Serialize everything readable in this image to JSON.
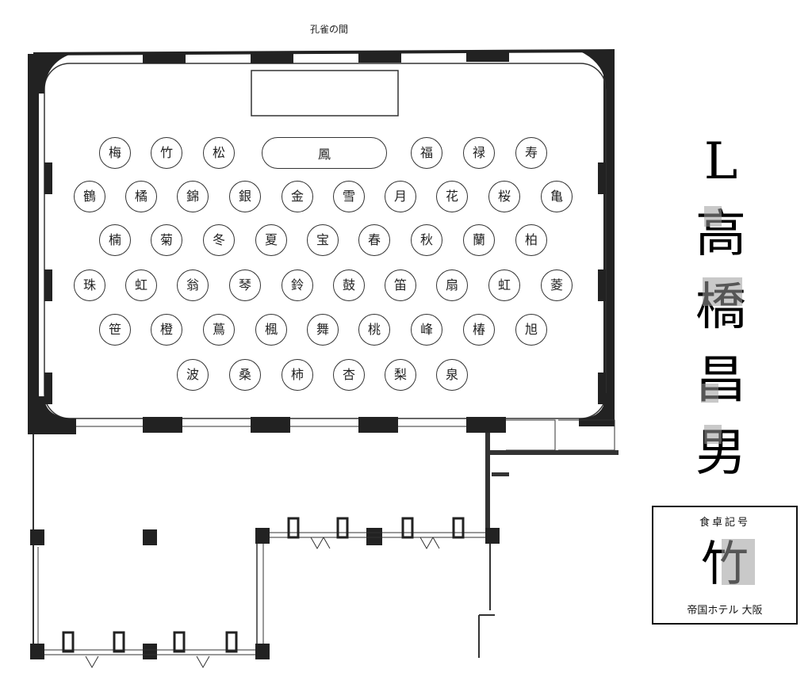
{
  "room_name": "孔雀の間",
  "head_table": "鳳",
  "table_rows": [
    [
      "梅",
      "竹",
      "松",
      "福",
      "禄",
      "寿"
    ],
    [
      "鶴",
      "橘",
      "錦",
      "銀",
      "金",
      "雪",
      "月",
      "花",
      "桜",
      "亀"
    ],
    [
      "楠",
      "菊",
      "冬",
      "夏",
      "宝",
      "春",
      "秋",
      "蘭",
      "柏"
    ],
    [
      "珠",
      "虹",
      "翁",
      "琴",
      "鈴",
      "鼓",
      "笛",
      "扇",
      "虹",
      "菱"
    ],
    [
      "笹",
      "橙",
      "蔦",
      "楓",
      "舞",
      "桃",
      "峰",
      "椿",
      "旭"
    ],
    [
      "波",
      "桑",
      "柿",
      "杏",
      "梨",
      "泉"
    ]
  ],
  "guest": {
    "name_glyphs": [
      "L",
      "高",
      "橋",
      "昌",
      "男"
    ]
  },
  "card": {
    "title": "食卓記号",
    "code": "竹",
    "hotel": "帝国ホテル 大阪"
  }
}
